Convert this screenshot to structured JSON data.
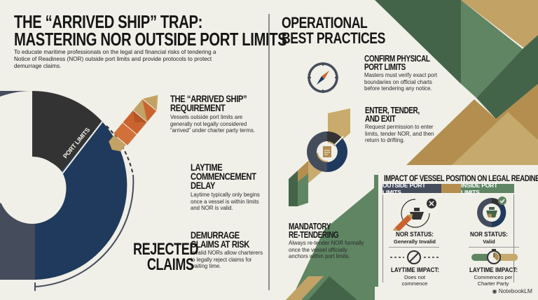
{
  "header": {
    "title_line1": "THE “ARRIVED SHIP” TRAP:",
    "title_line2": "MASTERING NOR OUTSIDE PORT LIMITS",
    "subtitle": "To educate maritime professionals on the legal and financial risks of tendering a Notice of Readiness (NOR) outside port limits and provide protocols to protect demurrage claims."
  },
  "left_panel": {
    "diagram_label": "PORT LIMITS",
    "sections": [
      {
        "title_line1": "THE “ARRIVED SHIP”",
        "title_line2": "REQUIREMENT",
        "body": "Vessels outside port limits are generally not legally considered “arrived” under charter party terms."
      },
      {
        "title_line1": "LAYTIME",
        "title_line2": "COMMENCEMENT",
        "title_line3": "DELAY",
        "body": "Laytime typically only begins once a vessel is within limits and NOR is valid."
      },
      {
        "title_line1": "DEMURRAGE",
        "title_line2": "CLAIMS AT RISK",
        "body": "Invalid NORs allow charterers to legally reject claims for waiting time."
      }
    ],
    "callout_line1": "REJECTED",
    "callout_line2": "CLAIMS"
  },
  "right_panel": {
    "title_line1": "OPERATIONAL",
    "title_line2": "BEST PRACTICES",
    "practices": [
      {
        "title_line1": "CONFIRM PHYSICAL",
        "title_line2": "PORT LIMITS",
        "body": "Masters must verify exact port boundaries on official charts before tendering any notice.",
        "icon": "compass-icon"
      },
      {
        "title_line1": "ENTER, TENDER,",
        "title_line2": "AND EXIT",
        "body": "Request permission to enter limits, tender NOR, and then return to drifting.",
        "icon": "document-icon"
      },
      {
        "title_line1": "MANDATORY",
        "title_line2": "RE-TENDERING",
        "body": "Always re-tender NOR formally once the vessel officially anchors within port limits."
      }
    ]
  },
  "comparison": {
    "title": "IMPACT OF VESSEL POSITION ON LEGAL READINESS",
    "columns": [
      {
        "header": "OUTSIDE PORT LIMITS",
        "nor_label": "NOR STATUS:",
        "nor_value": "Generally Invalid",
        "laytime_label": "LAYTIME IMPACT:",
        "laytime_value_line1": "Does not",
        "laytime_value_line2": "commence",
        "status_icon": "x-icon"
      },
      {
        "header": "INSIDE PORT LIMITS",
        "nor_label": "NOR STATUS:",
        "nor_value": "Valid",
        "laytime_label": "LAYTIME IMPACT:",
        "laytime_value_line1": "Commences per",
        "laytime_value_line2": "Charter Party",
        "status_icon": "check-icon"
      }
    ]
  },
  "footer": {
    "brand": "NotebookLM"
  },
  "colors": {
    "background": "#f0efe8",
    "navy": "#1f3a5c",
    "slate": "#454c5c",
    "charcoal": "#333333",
    "green_dark": "#44644a",
    "green_light": "#5f8563",
    "gold": "#b38e4e",
    "gold_light": "#c6a96c",
    "orange": "#c9642e"
  }
}
